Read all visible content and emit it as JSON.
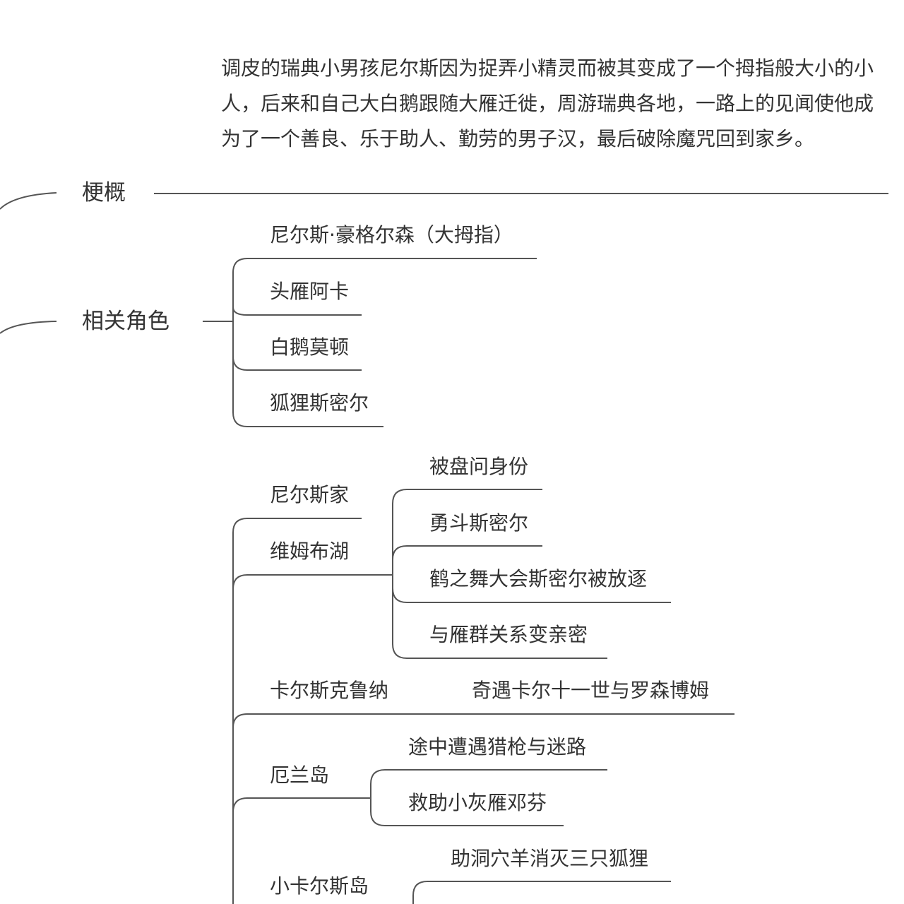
{
  "summary": {
    "label": "梗概",
    "text": "调皮的瑞典小男孩尼尔斯因为捉弄小精灵而被其变成了一个拇指般大小的小人，后来和自己大白鹅跟随大雁迁徙，周游瑞典各地，一路上的见闻使他成为了一个善良、乐于助人、勤劳的男子汉，最后破除魔咒回到家乡。"
  },
  "characters": {
    "label": "相关角色",
    "items": [
      "尼尔斯·豪格尔森（大拇指）",
      "头雁阿卡",
      "白鹅莫顿",
      "狐狸斯密尔"
    ]
  },
  "places": {
    "nils_home": "尼尔斯家",
    "vimb_lake": {
      "label": "维姆布湖",
      "events": [
        "被盘问身份",
        "勇斗斯密尔",
        "鹤之舞大会斯密尔被放逐",
        "与雁群关系变亲密"
      ]
    },
    "karlskrona": {
      "label": "卡尔斯克鲁纳",
      "event": "奇遇卡尔十一世与罗森博姆"
    },
    "oland": {
      "label": "厄兰岛",
      "events": [
        "途中遭遇猎枪与迷路",
        "救助小灰雁邓芬"
      ]
    },
    "little_karls": {
      "label": "小卡尔斯岛",
      "events": [
        "助洞穴羊消灭三只狐狸"
      ]
    }
  }
}
